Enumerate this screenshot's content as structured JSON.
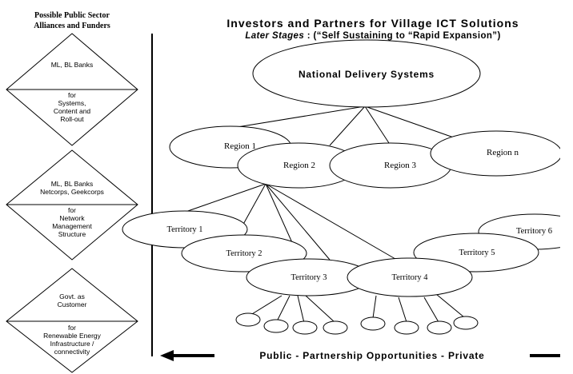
{
  "sidebar": {
    "heading_line1": "Possible Public Sector",
    "heading_line2": "Alliances and Funders",
    "diamonds": [
      {
        "top_lines": [
          "ML, BL Banks"
        ],
        "bottom_lines": [
          "for",
          "Systems,",
          "Content and",
          "Roll-out"
        ]
      },
      {
        "top_lines": [
          "ML, BL Banks",
          "Netcorps, Geekcorps"
        ],
        "bottom_lines": [
          "for",
          "Network",
          "Management",
          "Structure"
        ]
      },
      {
        "top_lines": [
          "Govt. as",
          "Customer"
        ],
        "bottom_lines": [
          "for",
          "Renewable Energy",
          "Infrastructure /",
          "connectivity"
        ]
      }
    ]
  },
  "header": {
    "title": "Investors and Partners for Village ICT Solutions",
    "subtitle_prefix": "Later Stages",
    "subtitle_rest": " : (“Self Sustaining to “Rapid Expansion”)"
  },
  "nodes": {
    "national": "National Delivery Systems",
    "regions": [
      "Region 1",
      "Region 2",
      "Region 3",
      "Region n"
    ],
    "territories": [
      "Territory 1",
      "Territory 2",
      "Territory 3",
      "Territory 4",
      "Territory 5",
      "Territory 6"
    ]
  },
  "footer": {
    "label": "Public - Partnership Opportunities - Private"
  }
}
